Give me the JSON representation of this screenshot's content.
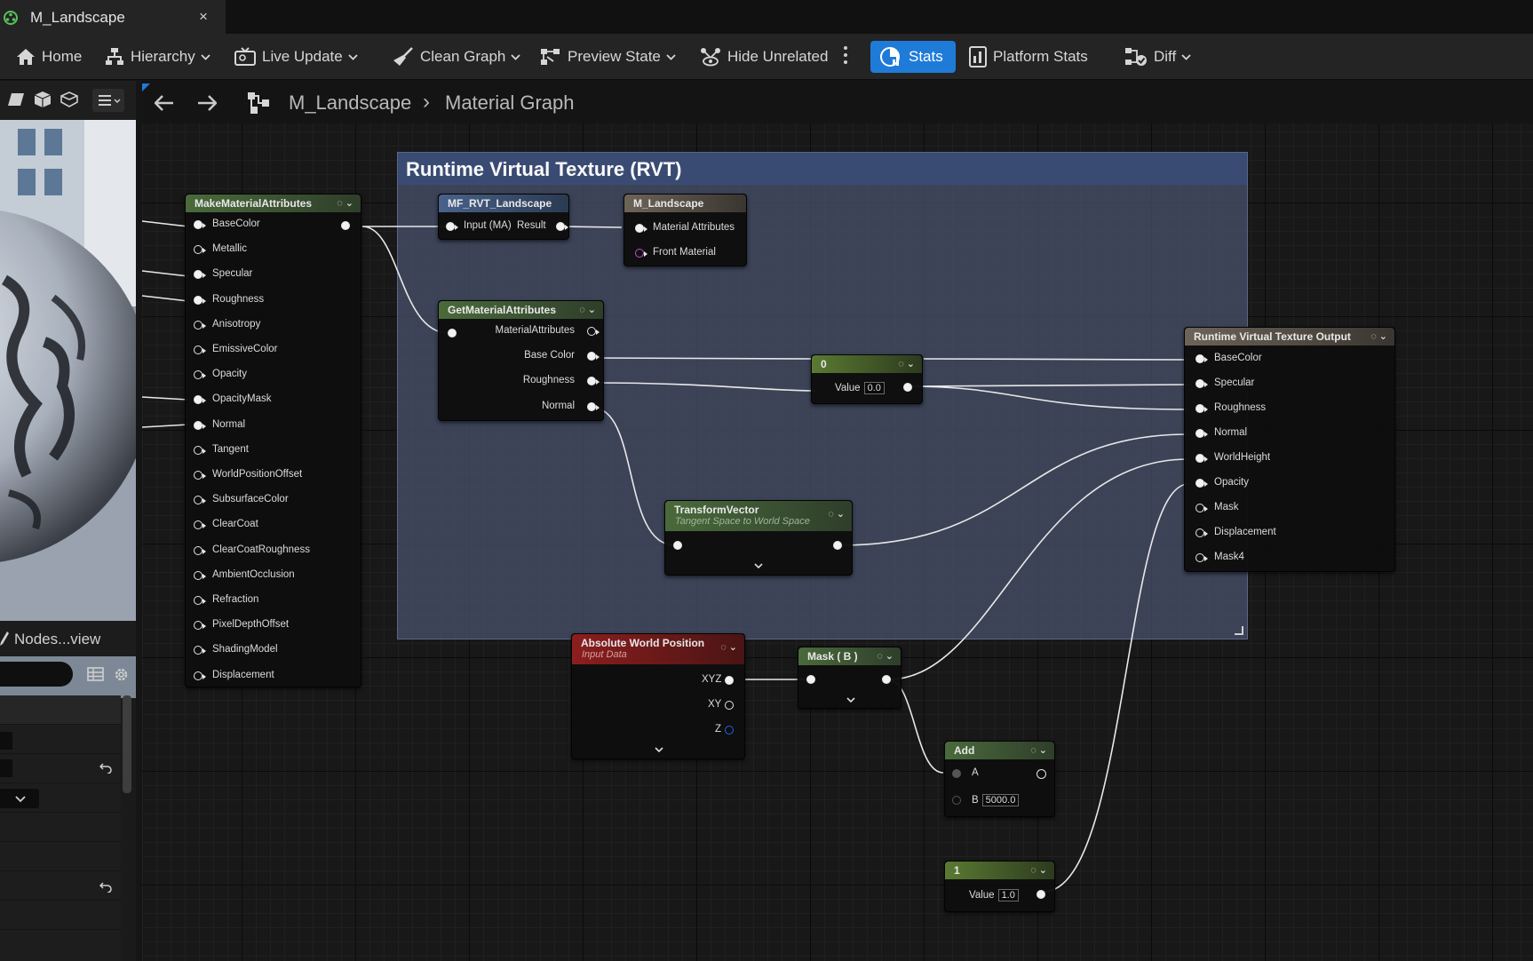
{
  "tab": {
    "title": "M_Landscape",
    "close_glyph": "×",
    "icon": "material-icon"
  },
  "toolbar": {
    "home": "Home",
    "hierarchy": "Hierarchy",
    "live_update": "Live Update",
    "clean_graph": "Clean Graph",
    "preview_state": "Preview State",
    "hide_unrelated": "Hide Unrelated",
    "stats": "Stats",
    "platform_stats": "Platform Stats",
    "diff": "Diff"
  },
  "breadcrumb": {
    "asset": "M_Landscape",
    "separator": "›",
    "graph": "Material Graph"
  },
  "left_panel": {
    "nodes_header": "Nodes...view"
  },
  "comment": {
    "title": "Runtime Virtual Texture (RVT)"
  },
  "nodes": {
    "make_attrs": {
      "title": "MakeMaterialAttributes",
      "pins": [
        "BaseColor",
        "Metallic",
        "Specular",
        "Roughness",
        "Anisotropy",
        "EmissiveColor",
        "Opacity",
        "OpacityMask",
        "Normal",
        "Tangent",
        "WorldPositionOffset",
        "SubsurfaceColor",
        "ClearCoat",
        "ClearCoatRoughness",
        "AmbientOcclusion",
        "Refraction",
        "PixelDepthOffset",
        "ShadingModel",
        "Displacement"
      ]
    },
    "mf_rvt": {
      "title": "MF_RVT_Landscape",
      "in": "Input (MA)",
      "out": "Result"
    },
    "m_landscape": {
      "title": "M_Landscape",
      "pin1": "Material Attributes",
      "pin2": "Front Material"
    },
    "get_attrs": {
      "title": "GetMaterialAttributes",
      "pins": [
        "MaterialAttributes",
        "Base Color",
        "Roughness",
        "Normal"
      ]
    },
    "const0": {
      "title": "0",
      "label": "Value",
      "value": "0.0"
    },
    "rvt_output": {
      "title": "Runtime Virtual Texture Output",
      "pins": [
        "BaseColor",
        "Specular",
        "Roughness",
        "Normal",
        "WorldHeight",
        "Opacity",
        "Mask",
        "Displacement",
        "Mask4"
      ]
    },
    "transform": {
      "title": "TransformVector",
      "subtitle": "Tangent Space to World Space"
    },
    "abs_world": {
      "title": "Absolute World Position",
      "subtitle": "Input Data",
      "pins": [
        "XYZ",
        "XY",
        "Z"
      ]
    },
    "mask": {
      "title": "Mask ( B )"
    },
    "add": {
      "title": "Add",
      "a": "A",
      "b": "B",
      "b_value": "5000.0"
    },
    "const1": {
      "title": "1",
      "label": "Value",
      "value": "1.0"
    }
  },
  "colors": {
    "accent": "#1f7bd8",
    "comment": "#3a4b73",
    "node_bg": "#0e0e0e"
  }
}
